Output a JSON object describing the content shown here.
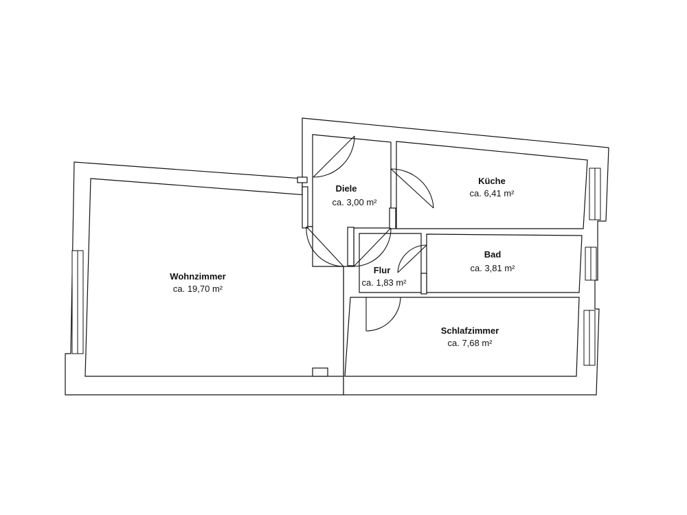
{
  "rooms": {
    "diele": {
      "name": "Diele",
      "area": "ca. 3,00 m²"
    },
    "kueche": {
      "name": "Küche",
      "area": "ca. 6,41 m²"
    },
    "bad": {
      "name": "Bad",
      "area": "ca. 3,81 m²"
    },
    "flur": {
      "name": "Flur",
      "area": "ca. 1,83 m²"
    },
    "wohnzimmer": {
      "name": "Wohnzimmer",
      "area": "ca. 19,70 m²"
    },
    "schlafzimmer": {
      "name": "Schlafzimmer",
      "area": "ca. 7,68 m²"
    }
  }
}
